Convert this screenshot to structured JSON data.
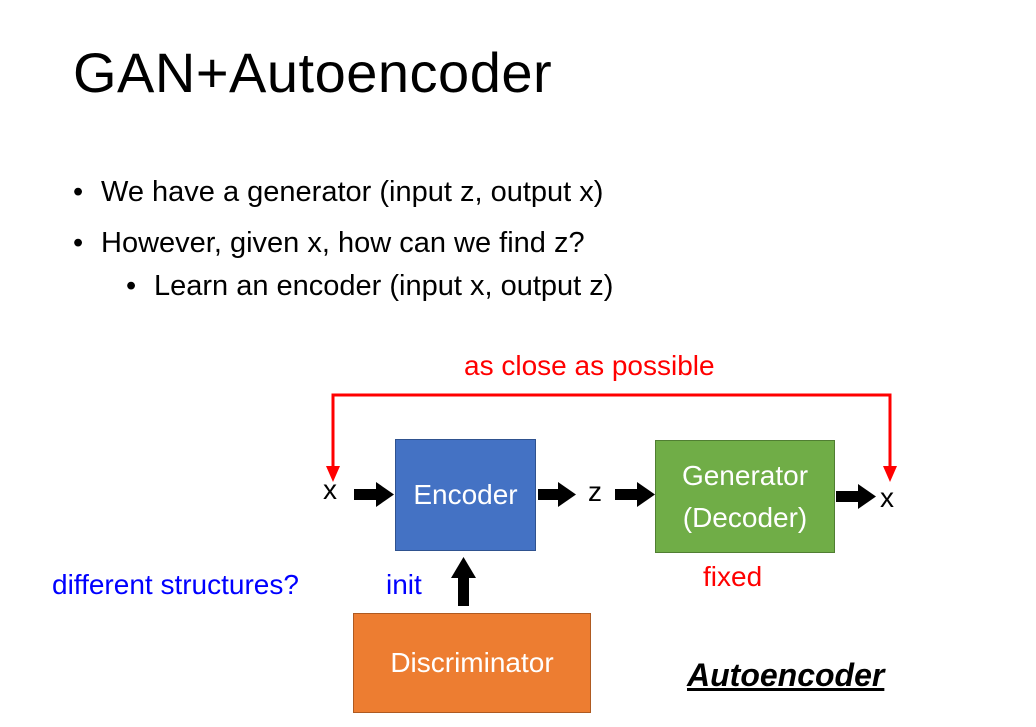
{
  "slide": {
    "title": "GAN+Autoencoder",
    "bullets": [
      "We have a generator (input z, output x)",
      "However, given x, how can we find z?"
    ],
    "sub_bullets": [
      "Learn an encoder (input x, output z)"
    ]
  },
  "diagram": {
    "input_label": "x",
    "encoder_label": "Encoder",
    "latent_label": "z",
    "generator_label_line1": "Generator",
    "generator_label_line2": "(Decoder)",
    "output_label": "x",
    "feedback_label": "as close as possible",
    "generator_note": "fixed",
    "discriminator_label": "Discriminator",
    "init_label": "init",
    "question_label": "different structures?",
    "caption": "Autoencoder"
  },
  "colors": {
    "encoder": "#4472c4",
    "generator": "#70ad47",
    "discriminator": "#ed7d31",
    "feedback": "#ff0000",
    "question_text": "#0000ff"
  }
}
